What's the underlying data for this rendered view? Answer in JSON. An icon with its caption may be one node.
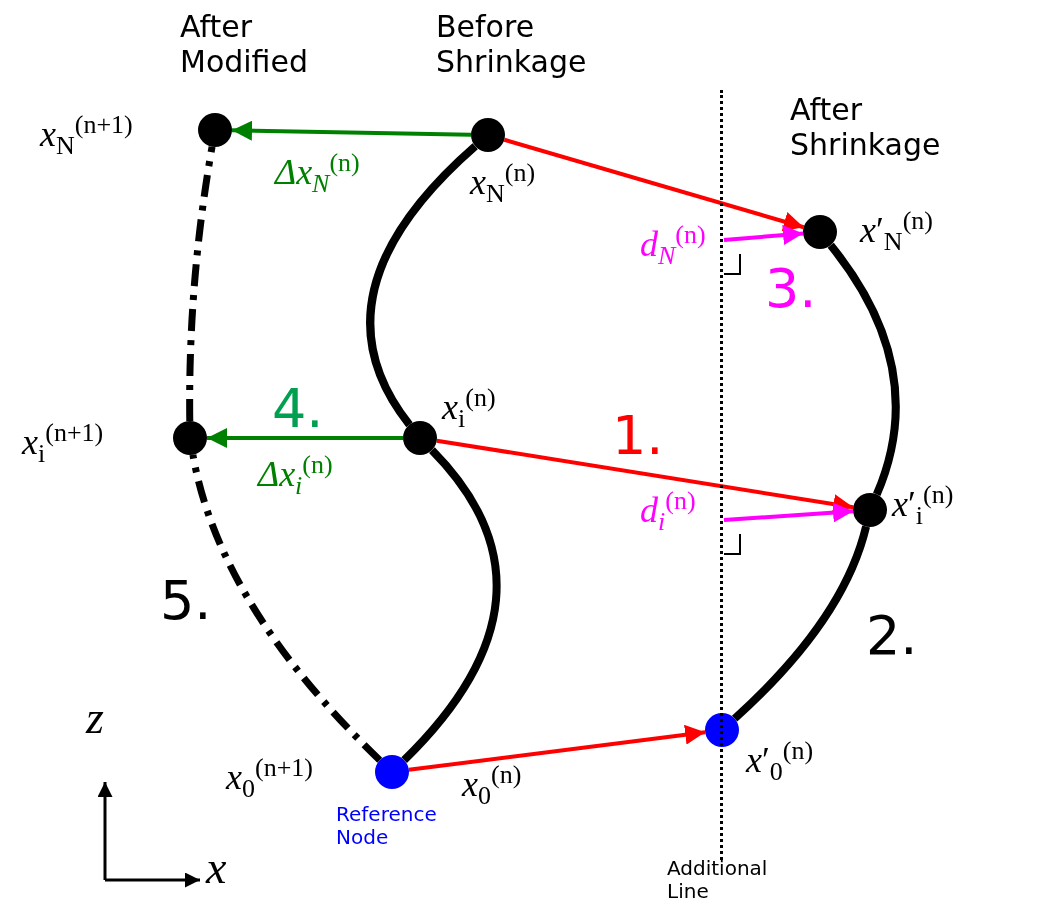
{
  "diagram": {
    "nodes": [
      {
        "text": [],
        "shape": "circle",
        "beside": [
          "*x*$_{N}$$^{(n+1)}$"
        ]
      },
      {
        "text": [],
        "shape": "circle",
        "beside": [
          "*x*$_{N}$$^{(n)}$"
        ]
      },
      {
        "text": [],
        "shape": "circle",
        "beside": [
          "*x*′$_{N}$$^{(n)}$"
        ]
      },
      {
        "text": [],
        "shape": "circle",
        "beside": [
          "*x*$_{i}$$^{(n+1)}$"
        ]
      },
      {
        "text": [],
        "shape": "circle",
        "beside": [
          "*x*$_{i}$$^{(n)}$"
        ]
      },
      {
        "text": [],
        "shape": "circle",
        "beside": [
          "*x*′$_{i}$$^{(n)}$"
        ]
      },
      {
        "text": [],
        "shape": "circle",
        "beside": [
          "*x*$_{0}$$^{(n+1)}$",
          "*x*$_{0}$$^{(n)}$",
          "Reference Node"
        ]
      },
      {
        "text": [],
        "shape": "circle",
        "beside": [
          "*x*′$_{0}$$^{(n)}$"
        ]
      },
      {
        "text": [],
        "shape": "line",
        "beside": [
          "Additional Line"
        ]
      }
    ],
    "edges": [
      {
        "from": 1,
        "to": 0,
        "arrow": "to",
        "label": "Δx$_{N}$$^{(n)}$",
        "color": "#008000"
      },
      {
        "from": 1,
        "to": 2,
        "arrow": "to",
        "color": "#ff0000"
      },
      {
        "from": 4,
        "to": 3,
        "arrow": "to",
        "label": "Δx$_{i}$$^{(n)}$",
        "color": "#008000"
      },
      {
        "from": 4,
        "to": 5,
        "arrow": "to",
        "color": "#ff0000"
      },
      {
        "from": 6,
        "to": 7,
        "arrow": "to",
        "color": "#ff0000"
      },
      {
        "from": 8,
        "to": 2,
        "arrow": "to",
        "label": "*d*$_{N}$$^{(n)}$",
        "color": "#ff00ff"
      },
      {
        "from": 8,
        "to": 5,
        "arrow": "to",
        "label": "*d*$_{i}$$^{(n)}$",
        "color": "#ff00ff"
      },
      {
        "from": 6,
        "to": 4,
        "arrow": "none",
        "style": "thick"
      },
      {
        "from": 4,
        "to": 1,
        "arrow": "none",
        "style": "thick"
      },
      {
        "from": 7,
        "to": 5,
        "arrow": "none",
        "style": "thick"
      },
      {
        "from": 5,
        "to": 2,
        "arrow": "none",
        "style": "thick"
      },
      {
        "from": 6,
        "to": 3,
        "arrow": "none",
        "style": "dashed"
      },
      {
        "from": 3,
        "to": 0,
        "arrow": "none",
        "style": "dashed"
      }
    ],
    "labels": [
      "After Modified",
      "Before Shrinkage",
      "After Shrinkage",
      "4.",
      "1.",
      "3.",
      "5.",
      "2.",
      "z",
      "x"
    ]
  }
}
